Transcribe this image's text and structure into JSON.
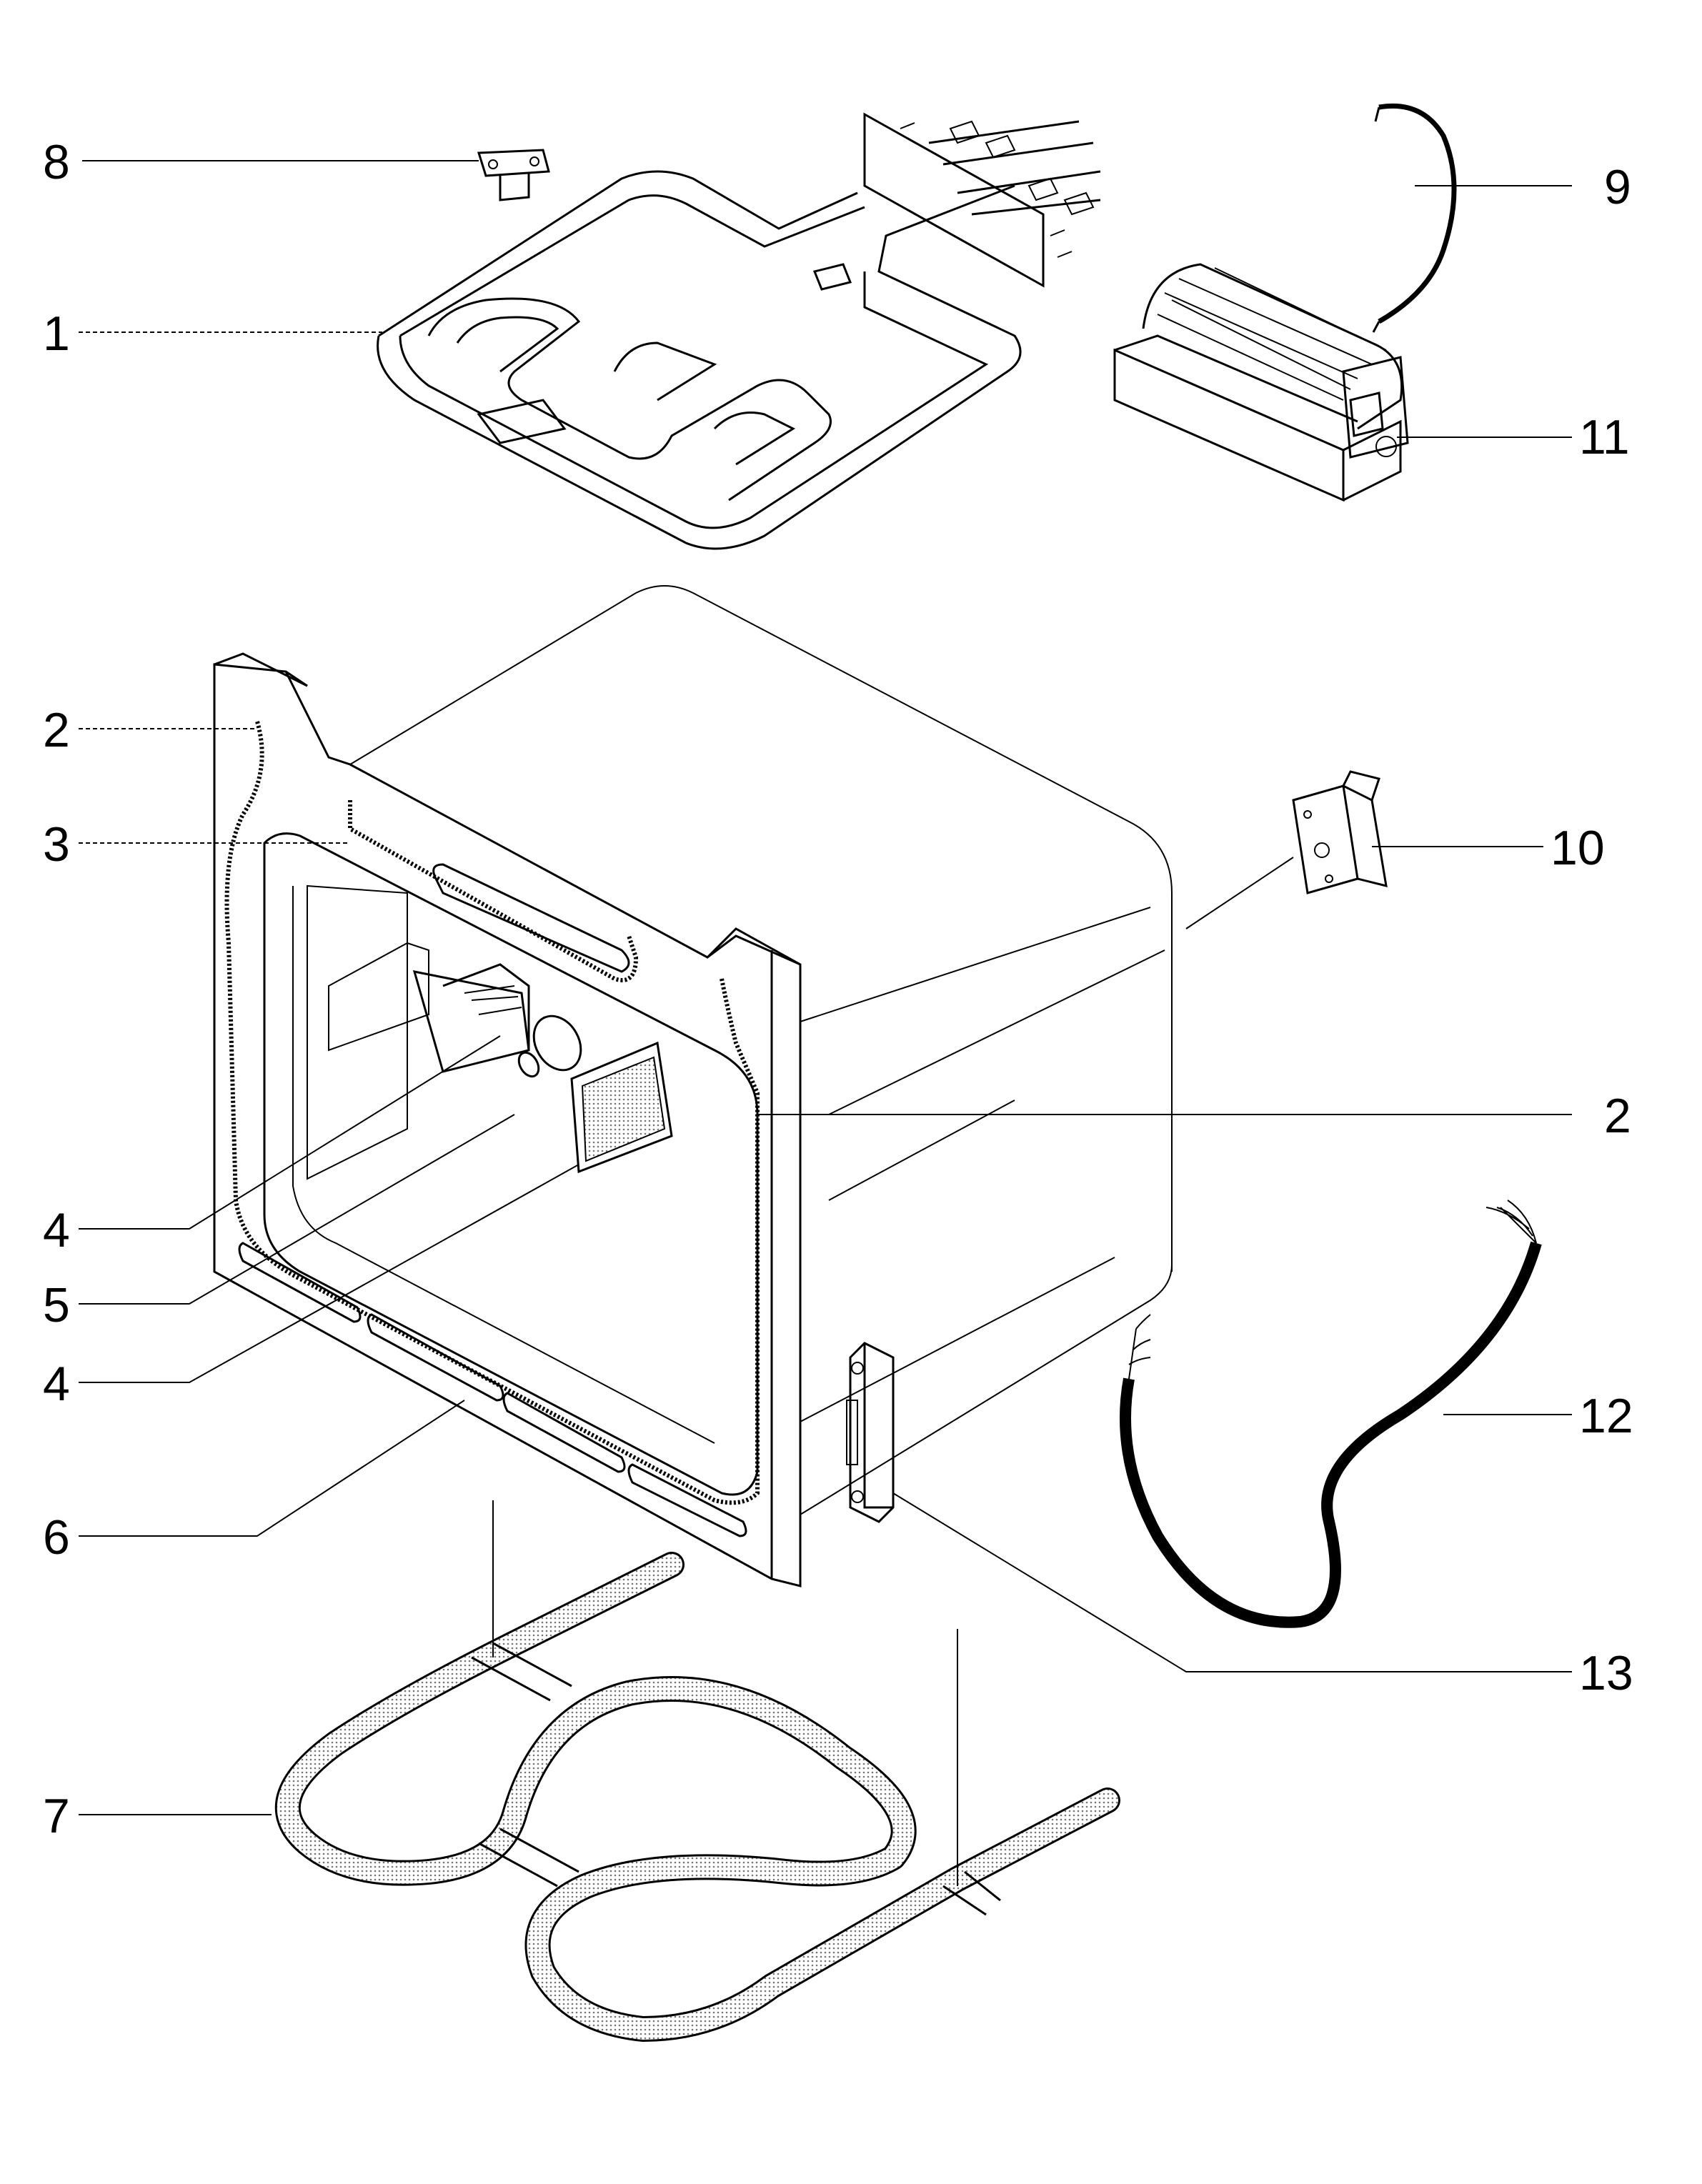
{
  "labels": {
    "p1": "1",
    "p2a": "2",
    "p2b": "2",
    "p3": "3",
    "p4a": "4",
    "p4b": "4",
    "p5": "5",
    "p6": "6",
    "p7": "7",
    "p8": "8",
    "p9": "9",
    "p10": "10",
    "p11": "11",
    "p12": "12",
    "p13": "13"
  }
}
